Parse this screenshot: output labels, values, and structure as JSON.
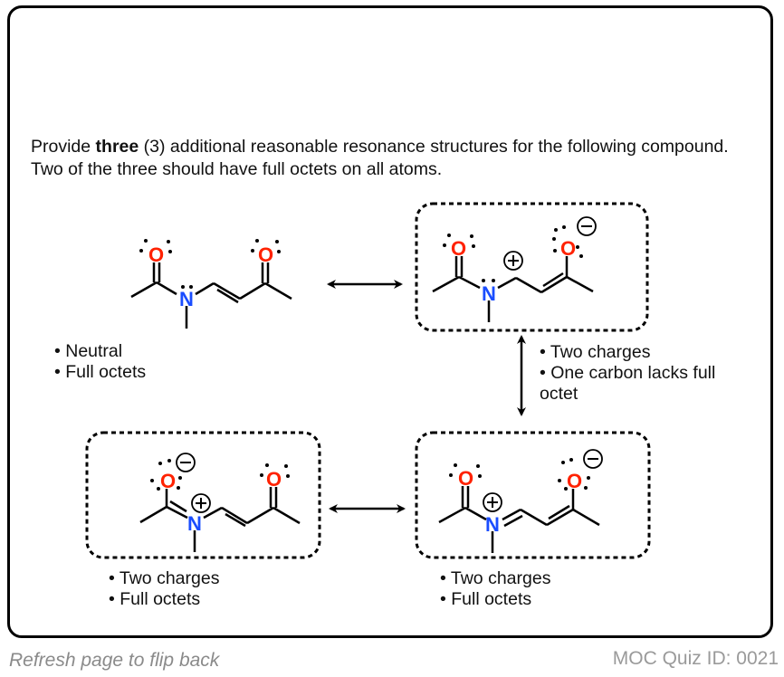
{
  "question": {
    "prefix": "Provide ",
    "bold": "three",
    "suffix": " (3) additional reasonable resonance structures for the following compound. Two of the three should have full octets on all atoms."
  },
  "structures": [
    {
      "id": "original",
      "notes": [
        "• Neutral",
        "• Full octets"
      ],
      "boxed": false
    },
    {
      "id": "carbocation",
      "notes": [
        "• Two charges",
        "• One carbon lacks full",
        "octet"
      ],
      "boxed": true
    },
    {
      "id": "iminium-enolate",
      "notes": [
        "• Two charges",
        "• Full octets"
      ],
      "boxed": true
    },
    {
      "id": "amide-resonance",
      "notes": [
        "• Two charges",
        "• Full octets"
      ],
      "boxed": true
    }
  ],
  "atoms": {
    "oxygen": "O",
    "nitrogen": "N",
    "plus": "+",
    "minus": "−"
  },
  "colors": {
    "oxygen": "#ff2200",
    "nitrogen": "#1a4dff",
    "footer": "#8a8a8a"
  },
  "footer": {
    "left": "Refresh page to flip back",
    "right": "MOC Quiz ID: 0021"
  }
}
